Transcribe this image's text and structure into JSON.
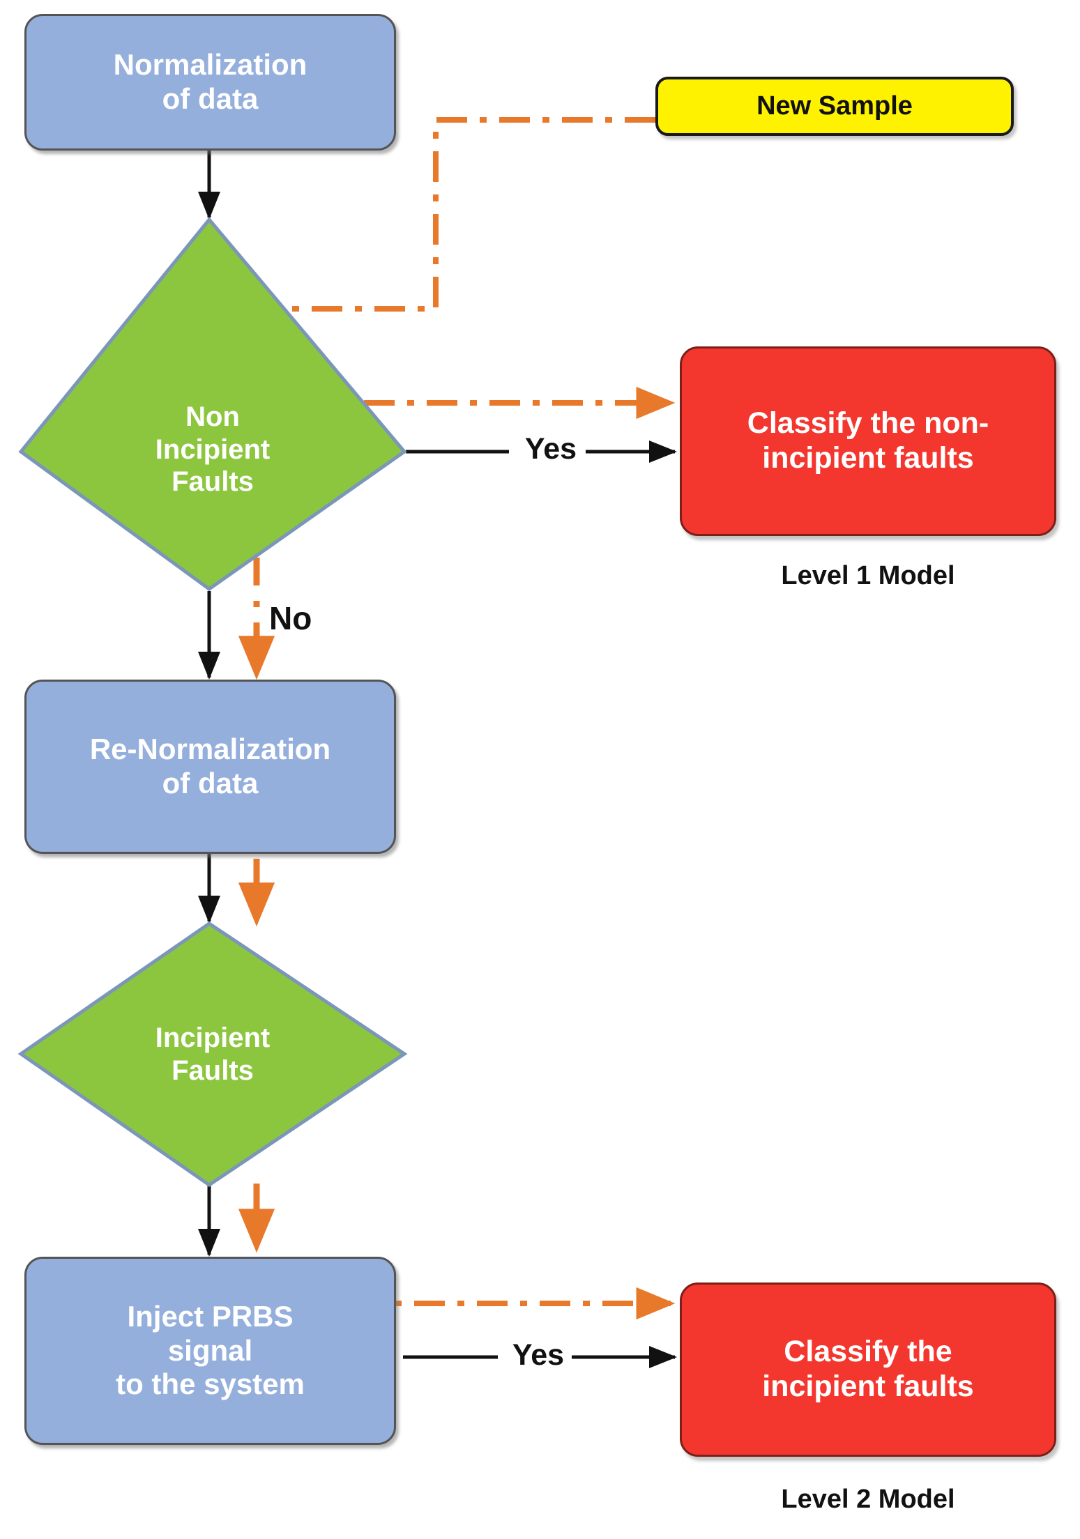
{
  "diagram": {
    "title": "Two-level fault classification flowchart",
    "colors": {
      "process_fill": "#95AFDC",
      "decision_fill": "#8CC63F",
      "terminator_fill": "#FFF200",
      "result_fill": "#F4372E",
      "solid_edge": "#1a1a1a",
      "dashed_edge": "#E8792B",
      "text_on_shape": "#FFFFFF",
      "label_text": "#111111"
    },
    "nodes": [
      {
        "id": "normalization",
        "type": "process",
        "shape": "rounded-rectangle",
        "lines": [
          "Normalization",
          "of data"
        ]
      },
      {
        "id": "new-sample",
        "type": "terminator",
        "shape": "rounded-rectangle",
        "lines": [
          "New Sample"
        ]
      },
      {
        "id": "non-incipient-faults",
        "type": "decision",
        "shape": "diamond",
        "lines": [
          "Non",
          "Incipient",
          "Faults"
        ]
      },
      {
        "id": "classify-non-incipient",
        "type": "result",
        "shape": "rounded-rectangle",
        "lines": [
          "Classify the non-",
          "incipient faults"
        ]
      },
      {
        "id": "re-normalization",
        "type": "process",
        "shape": "rounded-rectangle",
        "lines": [
          "Re-Normalization",
          "of data"
        ]
      },
      {
        "id": "incipient-faults",
        "type": "decision",
        "shape": "diamond",
        "lines": [
          "Incipient",
          "Faults"
        ]
      },
      {
        "id": "inject-prbs",
        "type": "process",
        "shape": "rounded-rectangle",
        "lines": [
          "Inject PRBS",
          "signal",
          "to the system"
        ]
      },
      {
        "id": "classify-incipient",
        "type": "result",
        "shape": "rounded-rectangle",
        "lines": [
          "Classify the",
          "incipient faults"
        ]
      }
    ],
    "edge_labels": [
      {
        "id": "yes-1",
        "text": "Yes"
      },
      {
        "id": "no-1",
        "text": "No"
      },
      {
        "id": "yes-2",
        "text": "Yes"
      }
    ],
    "captions": [
      {
        "id": "level-1",
        "text": "Level 1 Model"
      },
      {
        "id": "level-2",
        "text": "Level 2 Model"
      }
    ]
  }
}
